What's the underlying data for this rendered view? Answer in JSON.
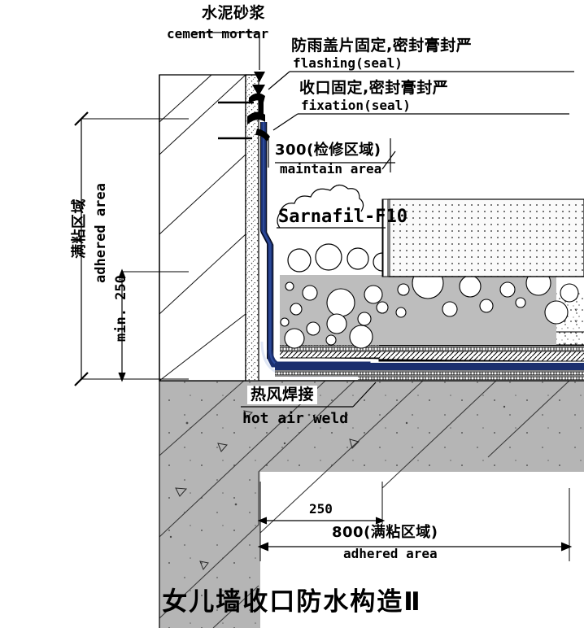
{
  "drawing": {
    "title_cn": "女儿墙收口防水构造",
    "title_suffix": "Ⅱ",
    "title_full": "女儿墙收口防水构造Ⅱ"
  },
  "annotations": {
    "cement_mortar": {
      "cn": "水泥砂浆",
      "en": "cement mortar"
    },
    "flashing": {
      "cn": "防雨盖片固定,密封膏封严",
      "en": "flashing(seal)"
    },
    "fixation": {
      "cn": "收口固定,密封膏封严",
      "en": "fixation(seal)"
    },
    "maintain": {
      "cn": "300(检修区域)",
      "en": "maintain area"
    },
    "product": {
      "label": "Sarnafil-F10"
    },
    "hot_air_weld": {
      "cn": "热风焊接",
      "en": "hot air weld"
    }
  },
  "dimensions": {
    "adhered_area_vertical": {
      "cn": "满粘区域",
      "en": "adhered area"
    },
    "min_height": {
      "value": "min. 250"
    },
    "maintain_width": {
      "value": "300"
    },
    "inner_width": {
      "value": "250"
    },
    "adhered_width": {
      "cn": "800(满粘区域)",
      "en": "adhered area",
      "value": "800"
    }
  },
  "colors": {
    "membrane_blue": "#1b2f6e",
    "membrane_mid": "#2c4a9a",
    "concrete_gray": "#b3b3b3",
    "insulation_gray": "#bfbfbf",
    "line_black": "#000000",
    "paper_white": "#ffffff"
  },
  "layers": [
    {
      "name": "gravel-ballast-layer"
    },
    {
      "name": "insulation-board-layer"
    },
    {
      "name": "screed-layer"
    },
    {
      "name": "separation-fleece-layer"
    },
    {
      "name": "waterproof-membrane-layer"
    },
    {
      "name": "structural-concrete-slab"
    },
    {
      "name": "parapet-wall"
    },
    {
      "name": "cement-mortar-render"
    }
  ]
}
